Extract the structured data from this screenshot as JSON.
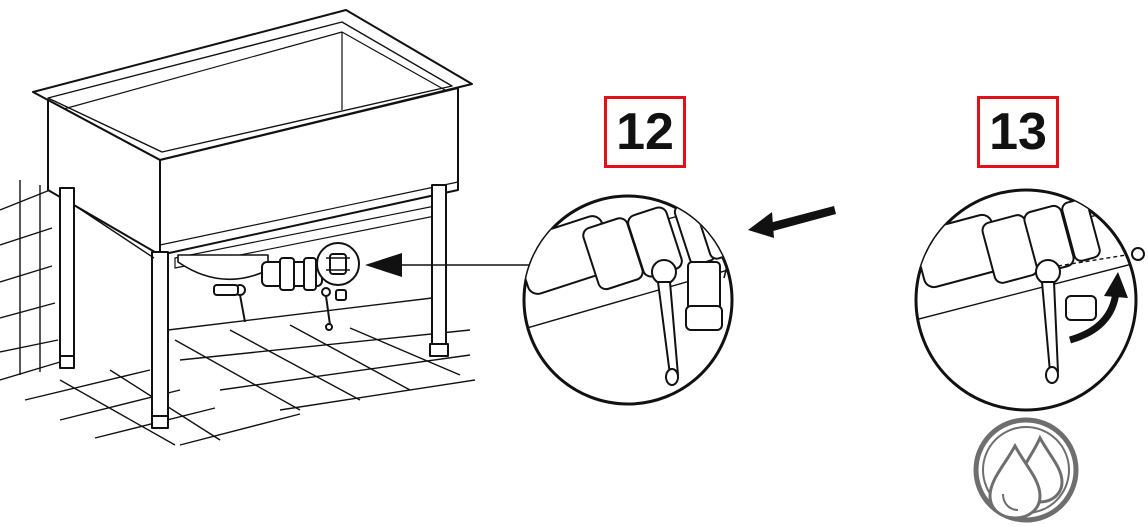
{
  "steps": [
    {
      "number": "12",
      "action": "push-in-lever-back"
    },
    {
      "number": "13",
      "action": "rotate-lever-up"
    }
  ],
  "colors": {
    "step_box_border": "#e3101a",
    "line": "#111111",
    "icon_ring": "#6e6e6e"
  },
  "icons": [
    "drain-valve-icon",
    "direction-arrow-icon",
    "rotate-arrow-icon",
    "water-drops-icon"
  ]
}
